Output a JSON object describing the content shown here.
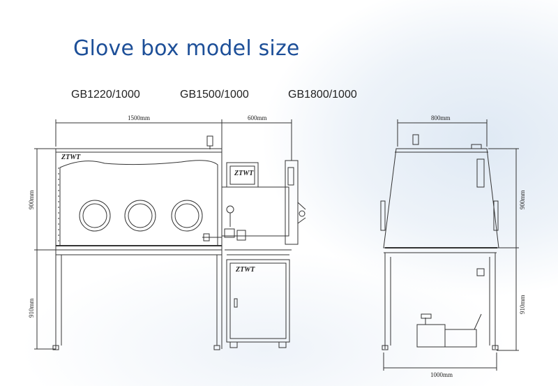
{
  "title": "Glove box model size",
  "models": [
    "GB1220/1000",
    "GB1500/1000",
    "GB1800/1000"
  ],
  "brand": "ZTWT",
  "front_view": {
    "dim_main_width": "1500mm",
    "dim_side_width": "600mm",
    "dim_box_height": "900mm",
    "dim_stand_height": "910mm"
  },
  "side_view": {
    "dim_top_width": "800mm",
    "dim_box_height": "900mm",
    "dim_stand_height": "910mm",
    "dim_base_width": "1000mm"
  },
  "colors": {
    "title": "#1d4f98",
    "line": "#333333"
  }
}
